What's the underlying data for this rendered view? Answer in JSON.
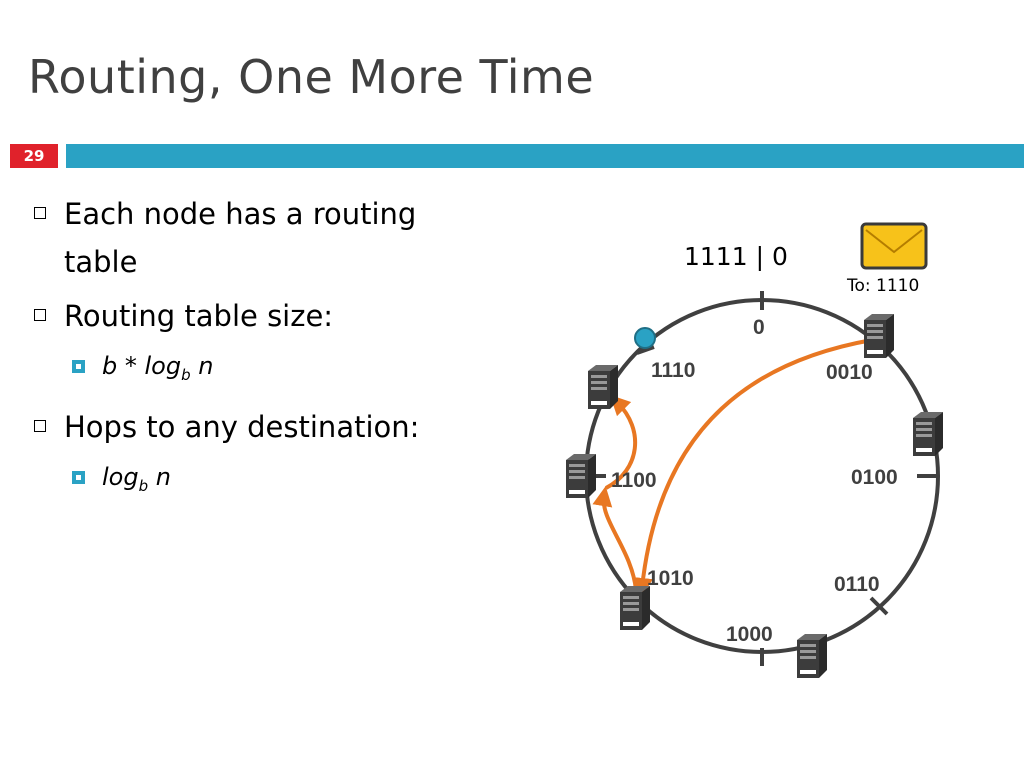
{
  "slide": {
    "title": "Routing, One More Time",
    "number": "29",
    "accent_bar_color": "#2aa2c4",
    "number_badge_color": "#e0222b"
  },
  "bullets": [
    {
      "text": "Each node has a routing table",
      "line1": "Each node has a routing",
      "line2": "table"
    },
    {
      "text": "Routing table size:",
      "sub": {
        "pre": "b * log",
        "subscript": "b",
        "post": " n"
      }
    },
    {
      "text": "Hops to any destination:",
      "sub": {
        "pre": "log",
        "subscript": "b",
        "post": " n"
      }
    }
  ],
  "diagram": {
    "ring_top_label": "1111 | 0",
    "message_label": "To: 1110",
    "tick_labels": {
      "t0": "0",
      "t0010": "0010",
      "t0100": "0100",
      "t0110": "0110",
      "t1000": "1000",
      "t1010": "1010",
      "t1100": "1100",
      "t1110": "1110"
    },
    "route_color": "#e87722",
    "ring_color": "#404040",
    "target_dot_color": "#2aa2c4"
  }
}
